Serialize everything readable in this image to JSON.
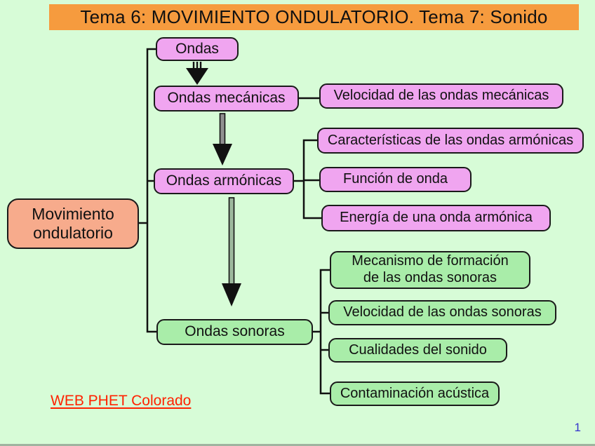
{
  "slide": {
    "title": "Tema 6: MOVIMIENTO ONDULATORIO. Tema 7: Sonido",
    "link_label": "WEB PHET Colorado",
    "page_number": "1"
  },
  "diagram": {
    "root": {
      "line1": "Movimiento",
      "line2": "ondulatorio"
    },
    "chain": {
      "ondas": "Ondas",
      "mecanicas": "Ondas mecánicas",
      "armonicas": "Ondas armónicas",
      "sonoras": "Ondas sonoras"
    },
    "mecanicas_children": {
      "velocidad": "Velocidad de las ondas mecánicas"
    },
    "armonicas_children": {
      "caracteristicas": "Características de las ondas armónicas",
      "funcion": "Función de onda",
      "energia": "Energía de una onda armónica"
    },
    "sonoras_children": {
      "mecanismo_line1": "Mecanismo de formación",
      "mecanismo_line2": "de las ondas sonoras",
      "velocidad": "Velocidad de las ondas sonoras",
      "cualidades": "Cualidades del sonido",
      "contaminacion": "Contaminación acústica"
    }
  },
  "colors": {
    "background": "#D7FCD7",
    "title_bar": "#F69B3E",
    "pink_node": "#F0A5F0",
    "green_node": "#A9EDA9",
    "root_node": "#F7AB8C",
    "border": "#1A1A1A",
    "link_red": "#FF2200",
    "page_blue": "#3333CC"
  }
}
